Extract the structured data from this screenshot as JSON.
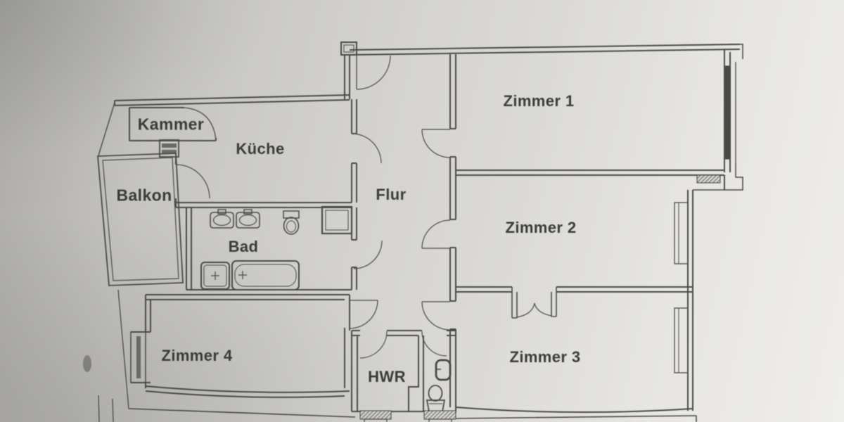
{
  "floorplan": {
    "kind": "apartment-floor-plan-scan",
    "rooms": [
      {
        "id": "kammer",
        "label": "Kammer"
      },
      {
        "id": "kueche",
        "label": "Küche"
      },
      {
        "id": "balkon",
        "label": "Balkon"
      },
      {
        "id": "bad",
        "label": "Bad"
      },
      {
        "id": "flur",
        "label": "Flur"
      },
      {
        "id": "zimmer1",
        "label": "Zimmer 1"
      },
      {
        "id": "zimmer2",
        "label": "Zimmer 2"
      },
      {
        "id": "zimmer3",
        "label": "Zimmer 3"
      },
      {
        "id": "zimmer4",
        "label": "Zimmer 4"
      },
      {
        "id": "hwr",
        "label": "HWR"
      }
    ],
    "fixtures": [
      "washbasin",
      "washbasin",
      "toilet",
      "shower-tray",
      "bathtub",
      "hand-basin",
      "toilet",
      "radiator",
      "window",
      "double-door"
    ],
    "colors": {
      "paper": "#d3d2ce",
      "paper_dark": "#a9a8a4",
      "paper_light": "#efeeea",
      "ink": "#4a4a45",
      "text": "#3c3c37"
    }
  }
}
